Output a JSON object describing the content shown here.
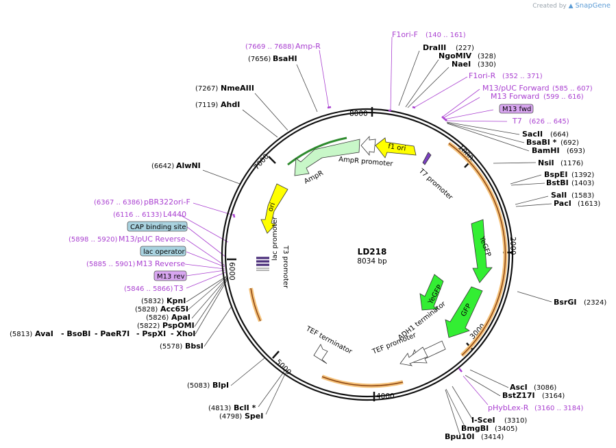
{
  "credit": {
    "prefix": "Created by",
    "brand": "SnapGene"
  },
  "colors": {
    "primer": "#a93fd0",
    "yellow": "#ffff00",
    "green": "#33ee33",
    "light_green": "#c8f7c8",
    "orange_band": "#f5c27a",
    "brown_band": "#8b4513",
    "blue_box": "#a9d3e0",
    "purple_box": "#d8a6f0"
  },
  "plasmid": {
    "name": "LD218",
    "size": "8034 bp"
  },
  "ticks": [
    "1000",
    "2000",
    "3000",
    "4000",
    "5000",
    "6000",
    "7000",
    "8000"
  ],
  "features": {
    "f1_ori": "f1 ori",
    "ampr_promoter": "AmpR promoter",
    "ampr": "AmpR",
    "t7_promoter": "T7 promoter",
    "ori": "ori",
    "lac_promoter": "lac promoter",
    "t3_promoter": "T3 promoter",
    "yegfp1": "YeGFP",
    "yegfp2": "YeGFP",
    "gfp": "GFP",
    "adh1_terminator": "ADH1 terminator",
    "tef_promoter": "TEF promoter",
    "tef_terminator": "TEF terminator"
  },
  "right_labels": [
    {
      "name": "DraIII",
      "pos": "(227)"
    },
    {
      "name": "NgoMIV",
      "pos": "(328)"
    },
    {
      "name": "NaeI",
      "pos": "(330)"
    },
    {
      "name": "SacII",
      "pos": "(664)"
    },
    {
      "name": "BsaBI *",
      "pos": "(692)"
    },
    {
      "name": "BamHI",
      "pos": "(693)"
    },
    {
      "name": "NsiI",
      "pos": "(1176)"
    },
    {
      "name": "BspEI",
      "pos": "(1392)"
    },
    {
      "name": "BstBI",
      "pos": "(1403)"
    },
    {
      "name": "SalI",
      "pos": "(1583)"
    },
    {
      "name": "PacI",
      "pos": "(1613)"
    },
    {
      "name": "BsrGI",
      "pos": "(2324)"
    },
    {
      "name": "AscI",
      "pos": "(3086)"
    },
    {
      "name": "BstZ17I",
      "pos": "(3164)"
    },
    {
      "name": "I-SceI",
      "pos": "(3310)"
    },
    {
      "name": "BmgBI",
      "pos": "(3405)"
    },
    {
      "name": "Bpu10I",
      "pos": "(3414)"
    }
  ],
  "right_primers": [
    {
      "name": "F1ori-F",
      "range": "(140 .. 161)"
    },
    {
      "name": "F1ori-R",
      "range": "(352 .. 371)"
    },
    {
      "name": "M13/pUC Forward",
      "range": "(585 .. 607)"
    },
    {
      "name": "M13 Forward",
      "range": "(599 .. 616)"
    },
    {
      "name": "M13 fwd",
      "range": ""
    },
    {
      "name": "T7",
      "range": "(626 .. 645)"
    },
    {
      "name": "pHybLex-R",
      "range": "(3160 .. 3184)"
    }
  ],
  "left_labels": [
    {
      "name": "BsaHI",
      "pos": "(7656)"
    },
    {
      "name": "NmeAIII",
      "pos": "(7267)"
    },
    {
      "name": "AhdI",
      "pos": "(7119)"
    },
    {
      "name": "AlwNI",
      "pos": "(6642)"
    },
    {
      "name": "KpnI",
      "pos": "(5832)"
    },
    {
      "name": "Acc65I",
      "pos": "(5828)"
    },
    {
      "name": "ApaI",
      "pos": "(5826)"
    },
    {
      "name": "PspOMI",
      "pos": "(5822)"
    },
    {
      "name": "BbsI",
      "pos": "(5578)"
    },
    {
      "name": "BlpI",
      "pos": "(5083)"
    },
    {
      "name": "BclI *",
      "pos": "(4813)"
    },
    {
      "name": "SpeI",
      "pos": "(4798)"
    }
  ],
  "left_primers": [
    {
      "name": "Amp-R",
      "range": "(7669 .. 7688)"
    },
    {
      "name": "pBR322ori-F",
      "range": "(6367 .. 6386)"
    },
    {
      "name": "L4440",
      "range": "(6116 .. 6133)"
    },
    {
      "name": "CAP binding site",
      "range": ""
    },
    {
      "name": "M13/pUC Reverse",
      "range": "(5898 .. 5920)"
    },
    {
      "name": "lac operator",
      "range": ""
    },
    {
      "name": "M13 Reverse",
      "range": "(5885 .. 5901)"
    },
    {
      "name": "M13 rev",
      "range": ""
    },
    {
      "name": "T3",
      "range": "(5846 .. 5866)"
    }
  ],
  "bottom_row": {
    "pos": "(5813)",
    "names": [
      "AvaI",
      "- BsoBI",
      "- PaeR7I",
      "- PspXI",
      "- XhoI"
    ]
  }
}
